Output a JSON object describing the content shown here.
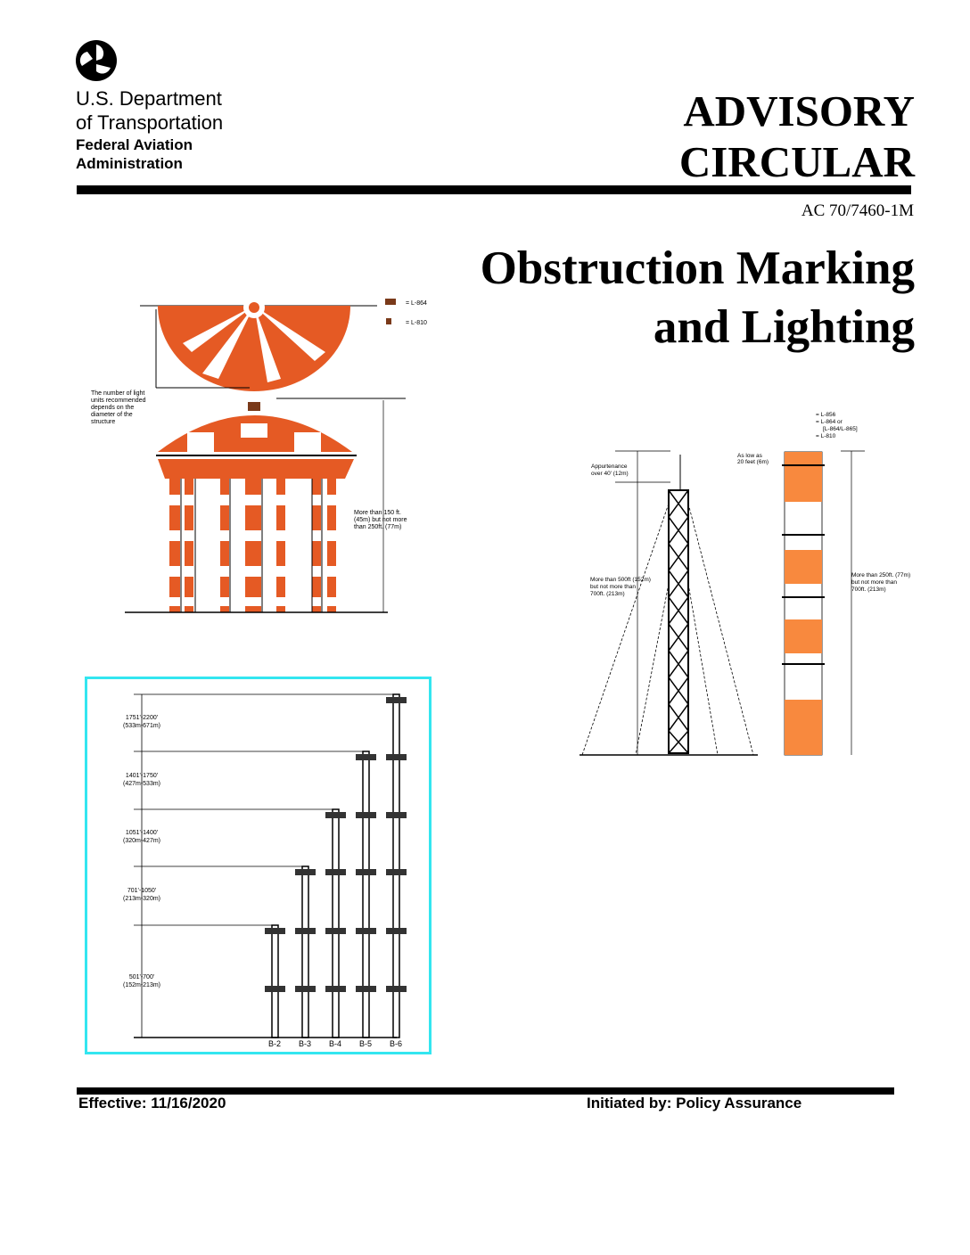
{
  "header": {
    "agency_line1": "U.S. Department",
    "agency_line2": "of Transportation",
    "agency_line3": "Federal Aviation",
    "agency_line4": "Administration",
    "doc_type_line1": "ADVISORY",
    "doc_type_line2": "CIRCULAR",
    "ac_number": "AC 70/7460-1M"
  },
  "title": {
    "line1": "Obstruction Marking",
    "line2": "and Lighting"
  },
  "figure_water_tower": {
    "legend": [
      "= L-864",
      "= L-810"
    ],
    "note": [
      "The number of light",
      "units recommended",
      "depends on the",
      "diameter of the",
      "structure"
    ],
    "height_label": [
      "More than 150 ft.",
      "(45m) but not more",
      "than 250ft. (77m)"
    ]
  },
  "figure_tower_chimney": {
    "legend": [
      "= L-856",
      "= L-864 or",
      "[L-864/L-865]",
      "= L-810"
    ],
    "appurtenance": [
      "Appurtenance",
      "over 40' (12m)"
    ],
    "tower_height": [
      "More than 500ft (152m)",
      "but not more than",
      "700ft. (213m)"
    ],
    "as_low_as": [
      "As low as",
      "20 feet (6m)"
    ],
    "chimney_height": [
      "More than 250ft. (77m)",
      "but not more than",
      "700ft. (213m)"
    ]
  },
  "figure_heights": {
    "ranges": [
      [
        "1751'-2200'",
        "(533m-671m)"
      ],
      [
        "1401'-1750'",
        "(427m-533m)"
      ],
      [
        "1051'-1400'",
        "(320m-427m)"
      ],
      [
        "701'-1050'",
        "(213m-320m)"
      ],
      [
        "501'-700'",
        "(152m-213m)"
      ]
    ],
    "tower_labels": [
      "B-2",
      "B-3",
      "B-4",
      "B-5",
      "B-6"
    ],
    "border_color": "#33e6f0"
  },
  "colors": {
    "orange": "#e55a24",
    "chimney_orange": "#f8893e"
  },
  "footer": {
    "effective": "Effective: 11/16/2020",
    "initiated": "Initiated by: Policy Assurance"
  }
}
